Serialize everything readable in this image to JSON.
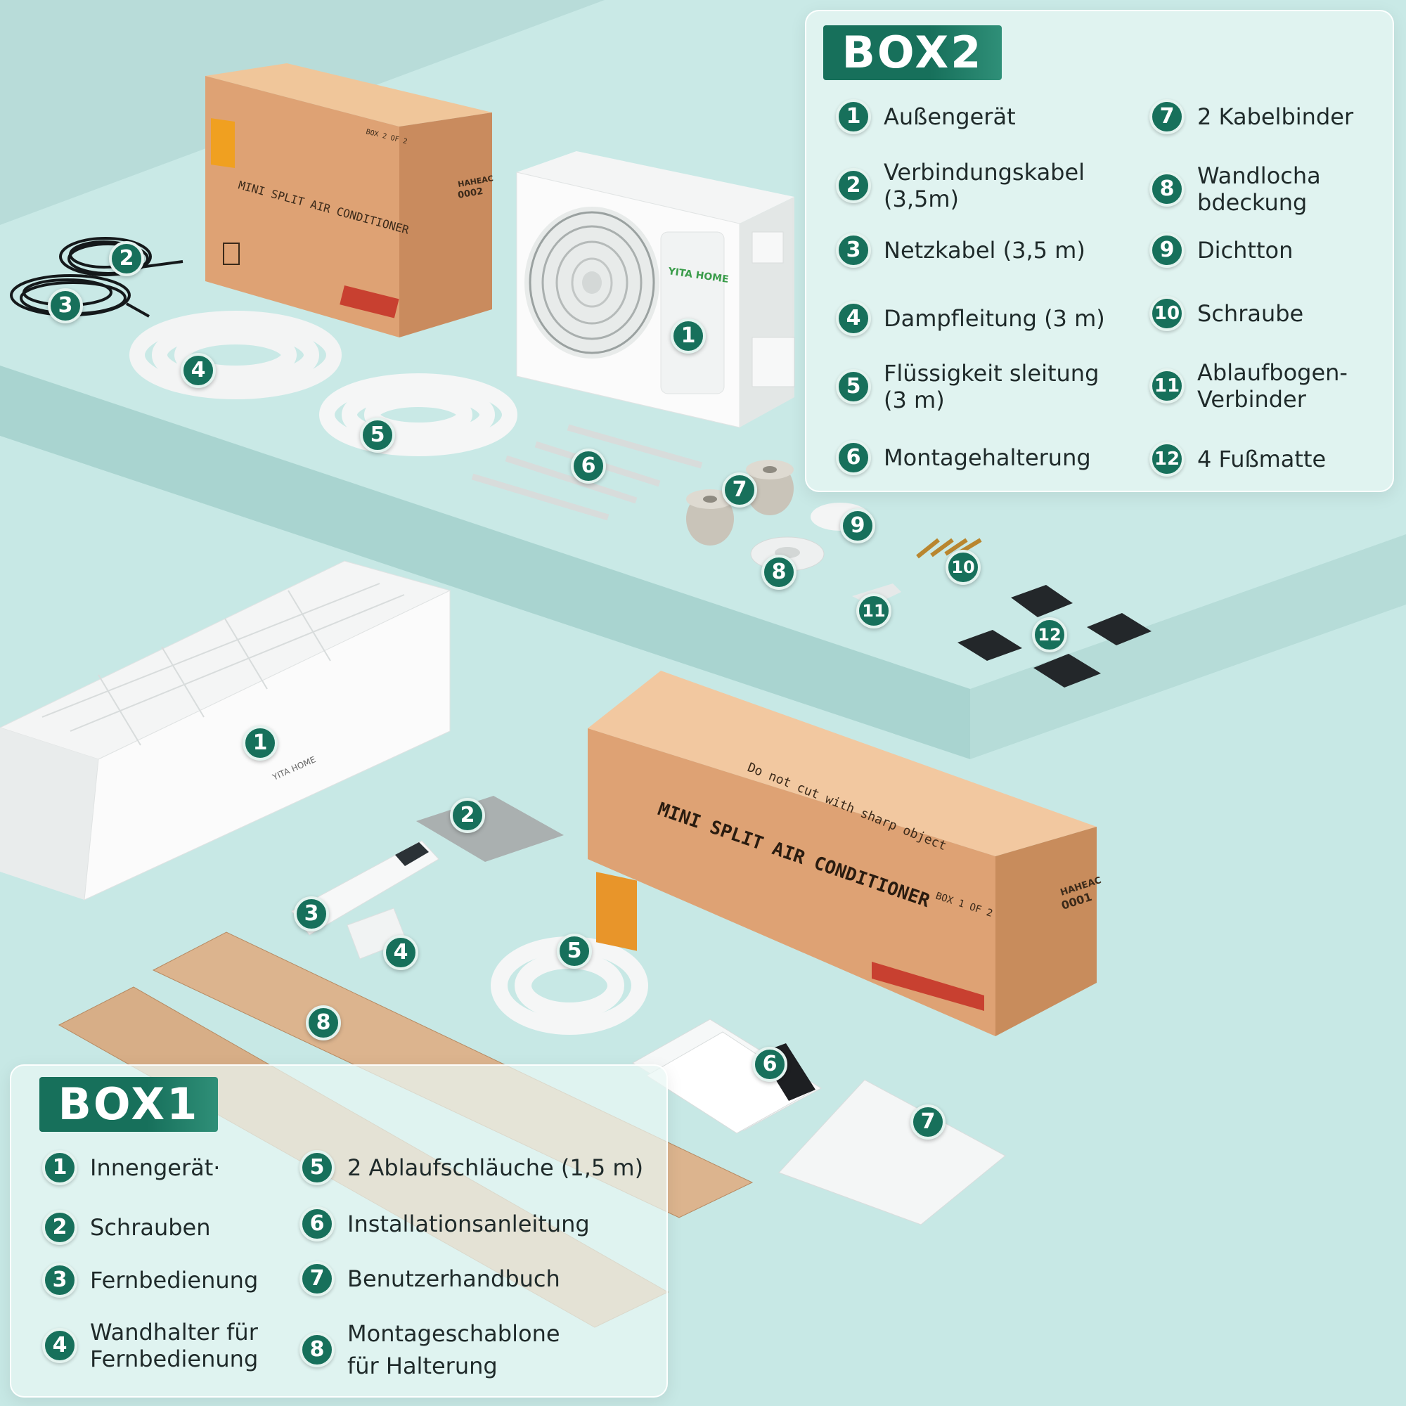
{
  "box2": {
    "title": "BOX2",
    "items": [
      {
        "num": "1",
        "label": "Außengerät"
      },
      {
        "num": "2",
        "label": "Verbindungskabel\n(3,5m)"
      },
      {
        "num": "3",
        "label": "Netzkabel (3,5 m)"
      },
      {
        "num": "4",
        "label": "Dampfleitung (3 m)"
      },
      {
        "num": "5",
        "label": "Flüssigkeit sleitung\n(3 m)"
      },
      {
        "num": "6",
        "label": "Montagehalterung"
      },
      {
        "num": "7",
        "label": "2 Kabelbinder"
      },
      {
        "num": "8",
        "label": "Wandlocha\nbdeckung"
      },
      {
        "num": "9",
        "label": "Dichtton"
      },
      {
        "num": "10",
        "label": "Schraube"
      },
      {
        "num": "11",
        "label": "Ablaufbogen-\nVerbinder"
      },
      {
        "num": "12",
        "label": "4 Fußmatte"
      }
    ]
  },
  "box1": {
    "title": "BOX1",
    "items": [
      {
        "num": "1",
        "label": "Innengerät·"
      },
      {
        "num": "2",
        "label": "Schrauben"
      },
      {
        "num": "3",
        "label": "Fernbedienung"
      },
      {
        "num": "4",
        "label": "Wandhalter für\nFernbedienung"
      },
      {
        "num": "5",
        "label": "2 Ablaufschläuche (1,5 m)"
      },
      {
        "num": "6",
        "label": "Installationsanleitung"
      },
      {
        "num": "7",
        "label": "Benutzerhandbuch"
      },
      {
        "num": "8",
        "label": "Montageschablone\nfür Halterung"
      }
    ]
  },
  "photo": {
    "box2_carton_title": "MINI SPLIT AIR CONDITIONER",
    "box2_carton_part": "BOX 2 OF 2",
    "box2_carton_model": "HAHEAC",
    "box2_carton_serial": "0002",
    "box1_carton_title": "MINI SPLIT AIR CONDITIONER",
    "box1_carton_warning": "Do not cut with sharp object",
    "box1_carton_part": "BOX 1 OF 2",
    "box1_carton_model": "HAHEAC",
    "box1_carton_serial": "0001",
    "brand": "YITA HOME",
    "badges_box2": [
      "1",
      "2",
      "3",
      "4",
      "5",
      "6",
      "7",
      "8",
      "9",
      "10",
      "11",
      "12"
    ],
    "badges_box1": [
      "1",
      "2",
      "3",
      "4",
      "5",
      "6",
      "7",
      "8"
    ]
  },
  "colors": {
    "accent": "#17705b",
    "background": "#c4e6e3",
    "carton": "#dea274"
  }
}
